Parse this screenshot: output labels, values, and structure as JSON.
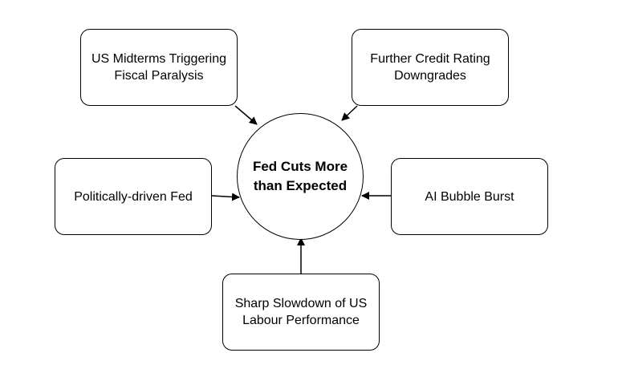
{
  "diagram": {
    "center": {
      "label": "Fed Cuts More than Expected"
    },
    "drivers": [
      {
        "id": "midterms",
        "label": "US Midterms Triggering Fiscal Paralysis"
      },
      {
        "id": "credit",
        "label": "Further Credit Rating Downgrades"
      },
      {
        "id": "fed",
        "label": "Politically-driven Fed"
      },
      {
        "id": "ai",
        "label": "AI Bubble Burst"
      },
      {
        "id": "labour",
        "label": "Sharp Slowdown of US Labour Performance"
      }
    ],
    "edges": [
      {
        "from": "midterms",
        "to": "center"
      },
      {
        "from": "credit",
        "to": "center"
      },
      {
        "from": "fed",
        "to": "center"
      },
      {
        "from": "ai",
        "to": "center"
      },
      {
        "from": "labour",
        "to": "center"
      }
    ],
    "colors": {
      "stroke": "#000000",
      "fill": "#ffffff",
      "text": "#000000"
    }
  }
}
